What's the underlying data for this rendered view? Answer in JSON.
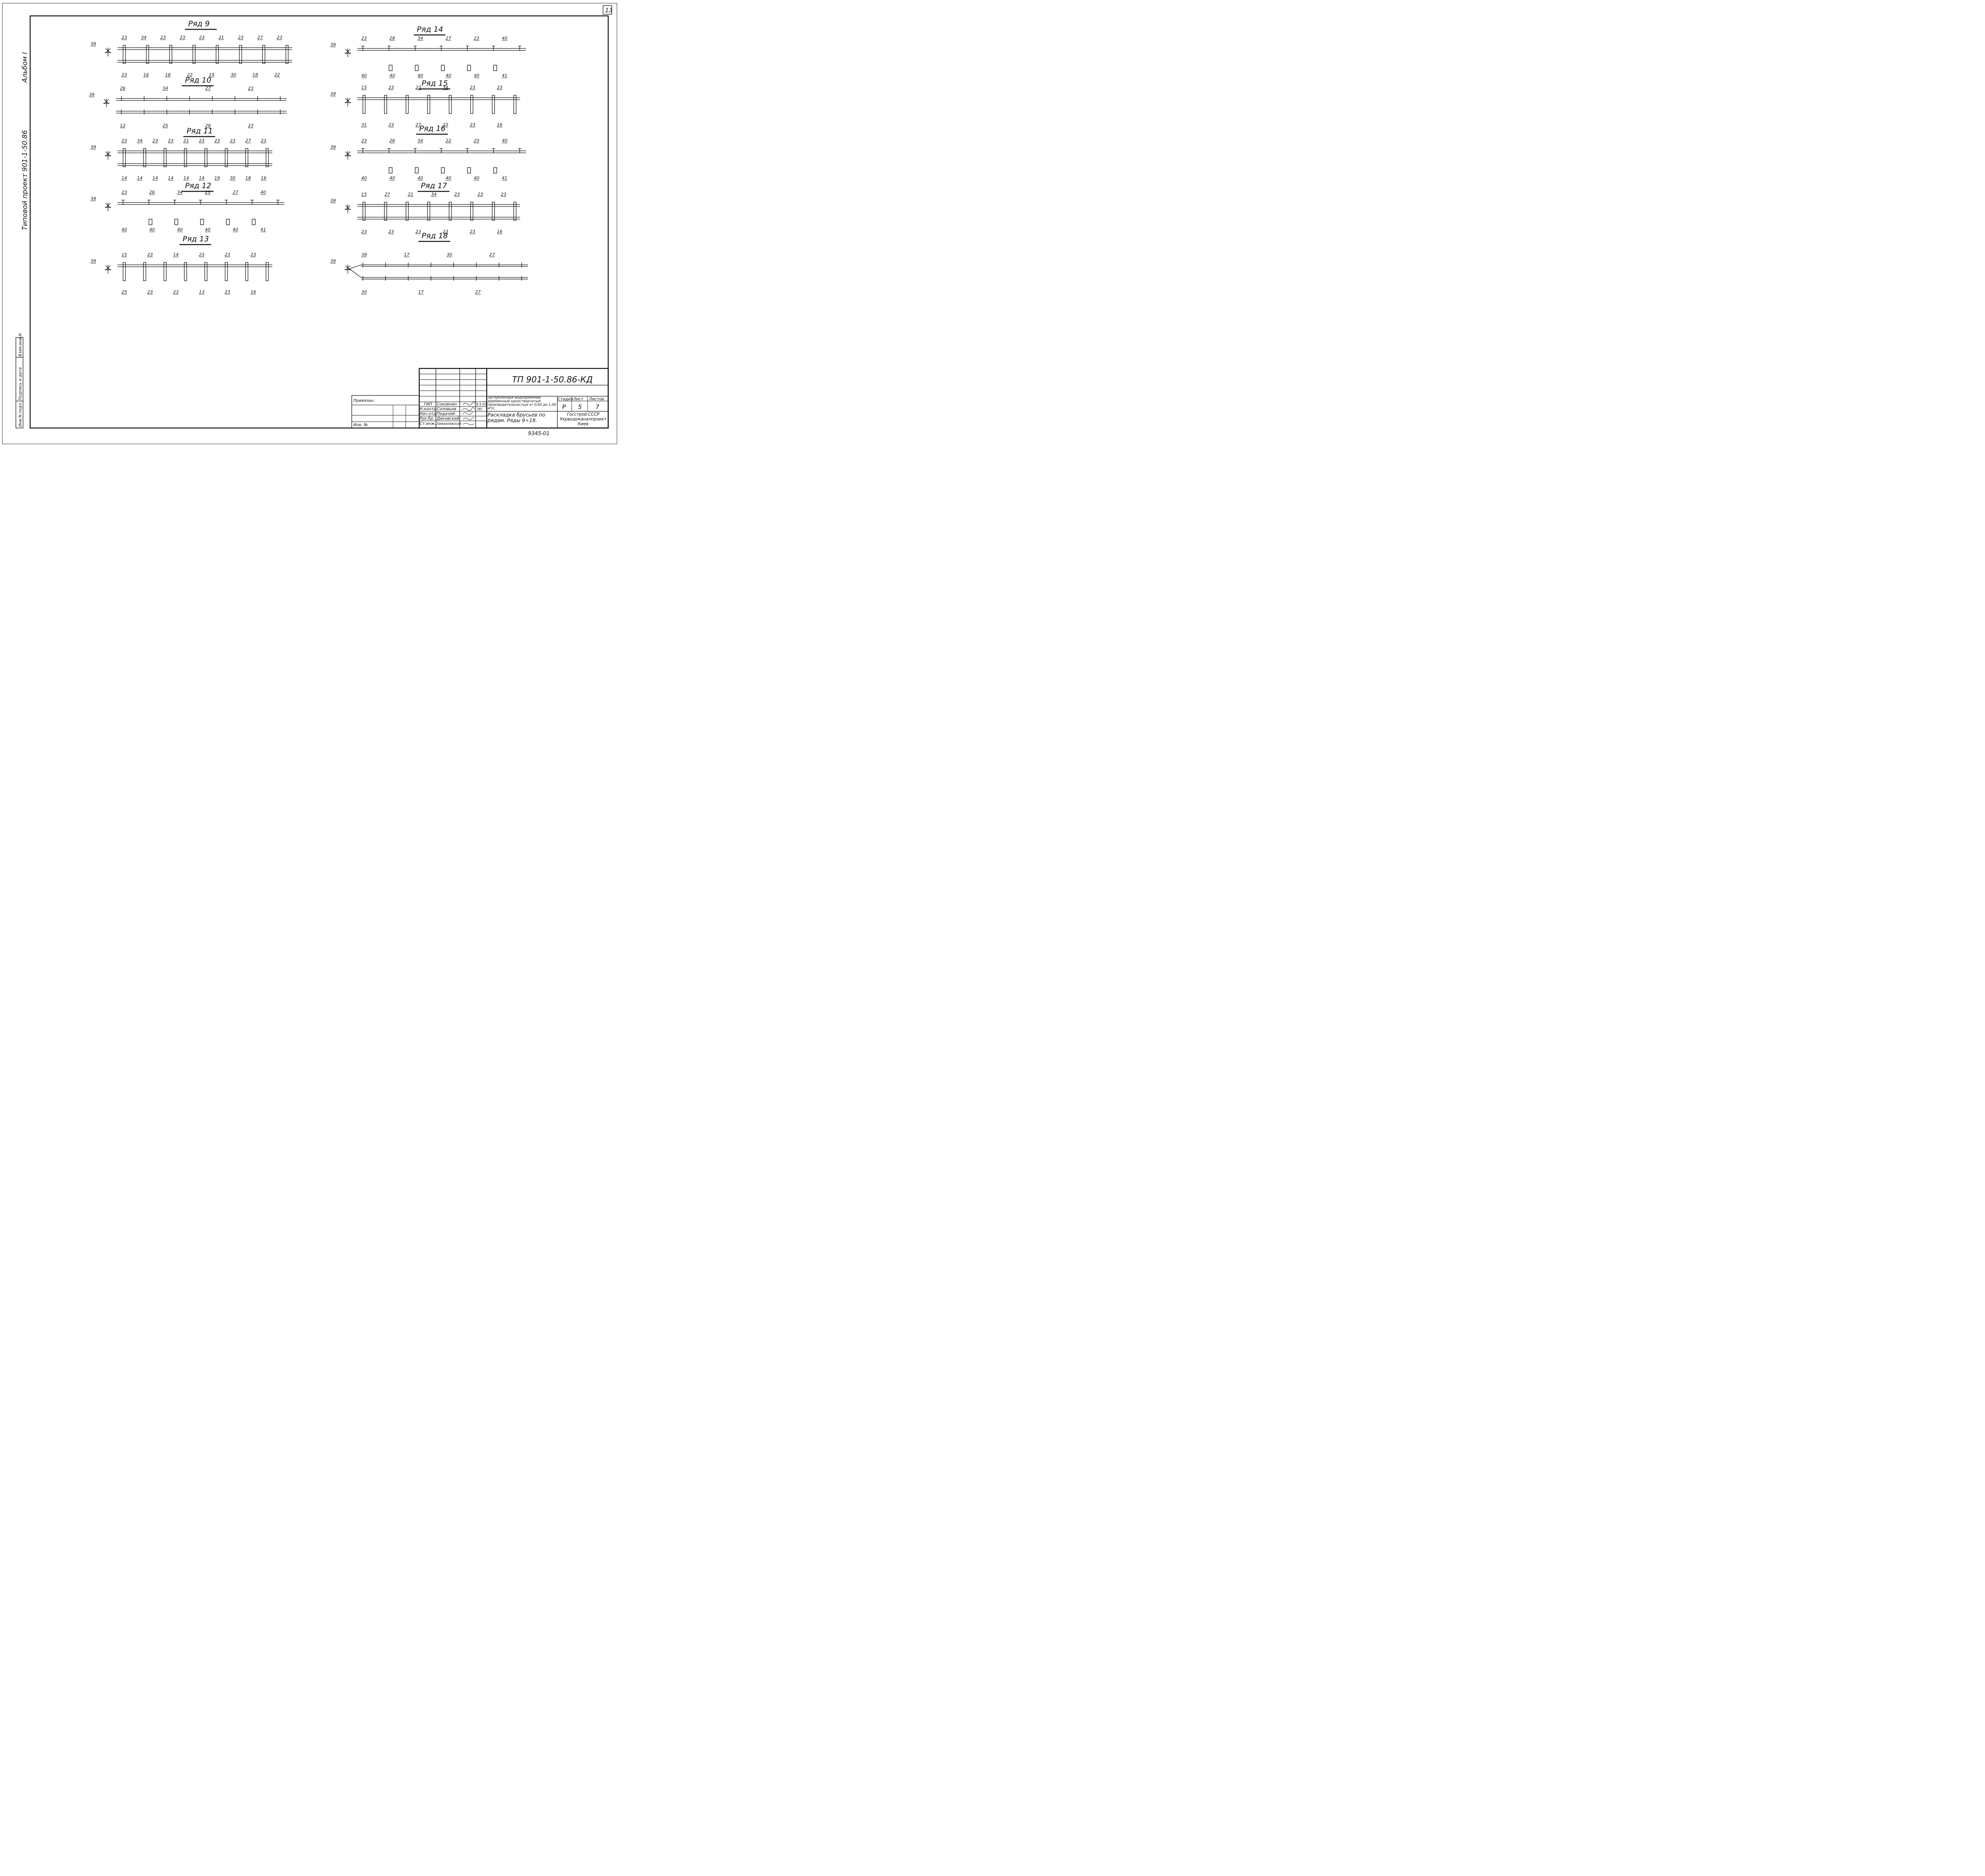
{
  "sheet_number": "13",
  "side_stamp": {
    "album": "Альбом I",
    "project": "Типовой  проект  901-1-50.86",
    "inv_cells": [
      "Инв.N подл.",
      "Подпись и дата",
      "Взам.инв.N"
    ]
  },
  "rows": [
    {
      "title": "Ряд 9",
      "labels": [
        "39",
        "23",
        "34",
        "23",
        "23",
        "23",
        "21",
        "23",
        "27",
        "23",
        "23",
        "16",
        "16",
        "22",
        "19",
        "30",
        "18",
        "22"
      ]
    },
    {
      "title": "Ряд 10",
      "labels": [
        "39",
        "26",
        "34",
        "27",
        "23",
        "12",
        "25",
        "26",
        "23"
      ]
    },
    {
      "title": "Ряд 11",
      "labels": [
        "39",
        "23",
        "34",
        "23",
        "23",
        "21",
        "23",
        "23",
        "23",
        "27",
        "23",
        "14",
        "14",
        "14",
        "14",
        "14",
        "14",
        "19",
        "30",
        "18",
        "16"
      ]
    },
    {
      "title": "Ряд 12",
      "labels": [
        "39",
        "23",
        "26",
        "34",
        "23",
        "27",
        "40",
        "40",
        "40",
        "40",
        "40",
        "40",
        "41"
      ]
    },
    {
      "title": "Ряд 13",
      "labels": [
        "39",
        "15",
        "23",
        "14",
        "23",
        "23",
        "23",
        "25",
        "23",
        "23",
        "13",
        "23",
        "16"
      ]
    },
    {
      "title": "Ряд 14",
      "labels": [
        "39",
        "23",
        "28",
        "34",
        "27",
        "23",
        "40",
        "40",
        "40",
        "40",
        "40",
        "40",
        "41"
      ]
    },
    {
      "title": "Ряд 15",
      "labels": [
        "39",
        "15",
        "23",
        "23",
        "34",
        "23",
        "23",
        "31",
        "23",
        "27",
        "23",
        "23",
        "16"
      ]
    },
    {
      "title": "Ряд 16",
      "labels": [
        "39",
        "23",
        "26",
        "34",
        "22",
        "23",
        "40",
        "40",
        "40",
        "40",
        "40",
        "40",
        "41"
      ]
    },
    {
      "title": "Ряд 17",
      "labels": [
        "39",
        "15",
        "27",
        "21",
        "34",
        "23",
        "23",
        "23",
        "23",
        "23",
        "23",
        "23",
        "23",
        "16"
      ]
    },
    {
      "title": "Ряд 18",
      "labels": [
        "39",
        "39",
        "17",
        "30",
        "27",
        "30",
        "17",
        "27"
      ]
    }
  ],
  "title_block": {
    "code": "ТП  901-1-50.86-КД",
    "bound_label": "Привязан:",
    "inv_label": "Инв. №",
    "roles": [
      "ГИП",
      "Н.контр",
      "Нач.отд",
      "Рук.бр.",
      "Ст.инж."
    ],
    "names": [
      "Соковнин",
      "Соловьев",
      "Педачий",
      "Диковский",
      "Замахоевская"
    ],
    "dates": [
      "8.5.03",
      "36г",
      "",
      "",
      ""
    ],
    "description": "Заглубленный водоприемник деревянный одностворчатый производительностью от 0,65 до 1,00 м³/с.",
    "sheet_title": "Раскладка брусьев по рядам. Ряды 9÷18.",
    "stage_label": "Стадия",
    "sheet_label": "Лист",
    "sheets_label": "Листов",
    "stage": "Р",
    "sheet": "5",
    "sheets": "7",
    "org": "Госстрой СССР Укрводоканалпроект Киев",
    "archive_no": "9345-01"
  }
}
